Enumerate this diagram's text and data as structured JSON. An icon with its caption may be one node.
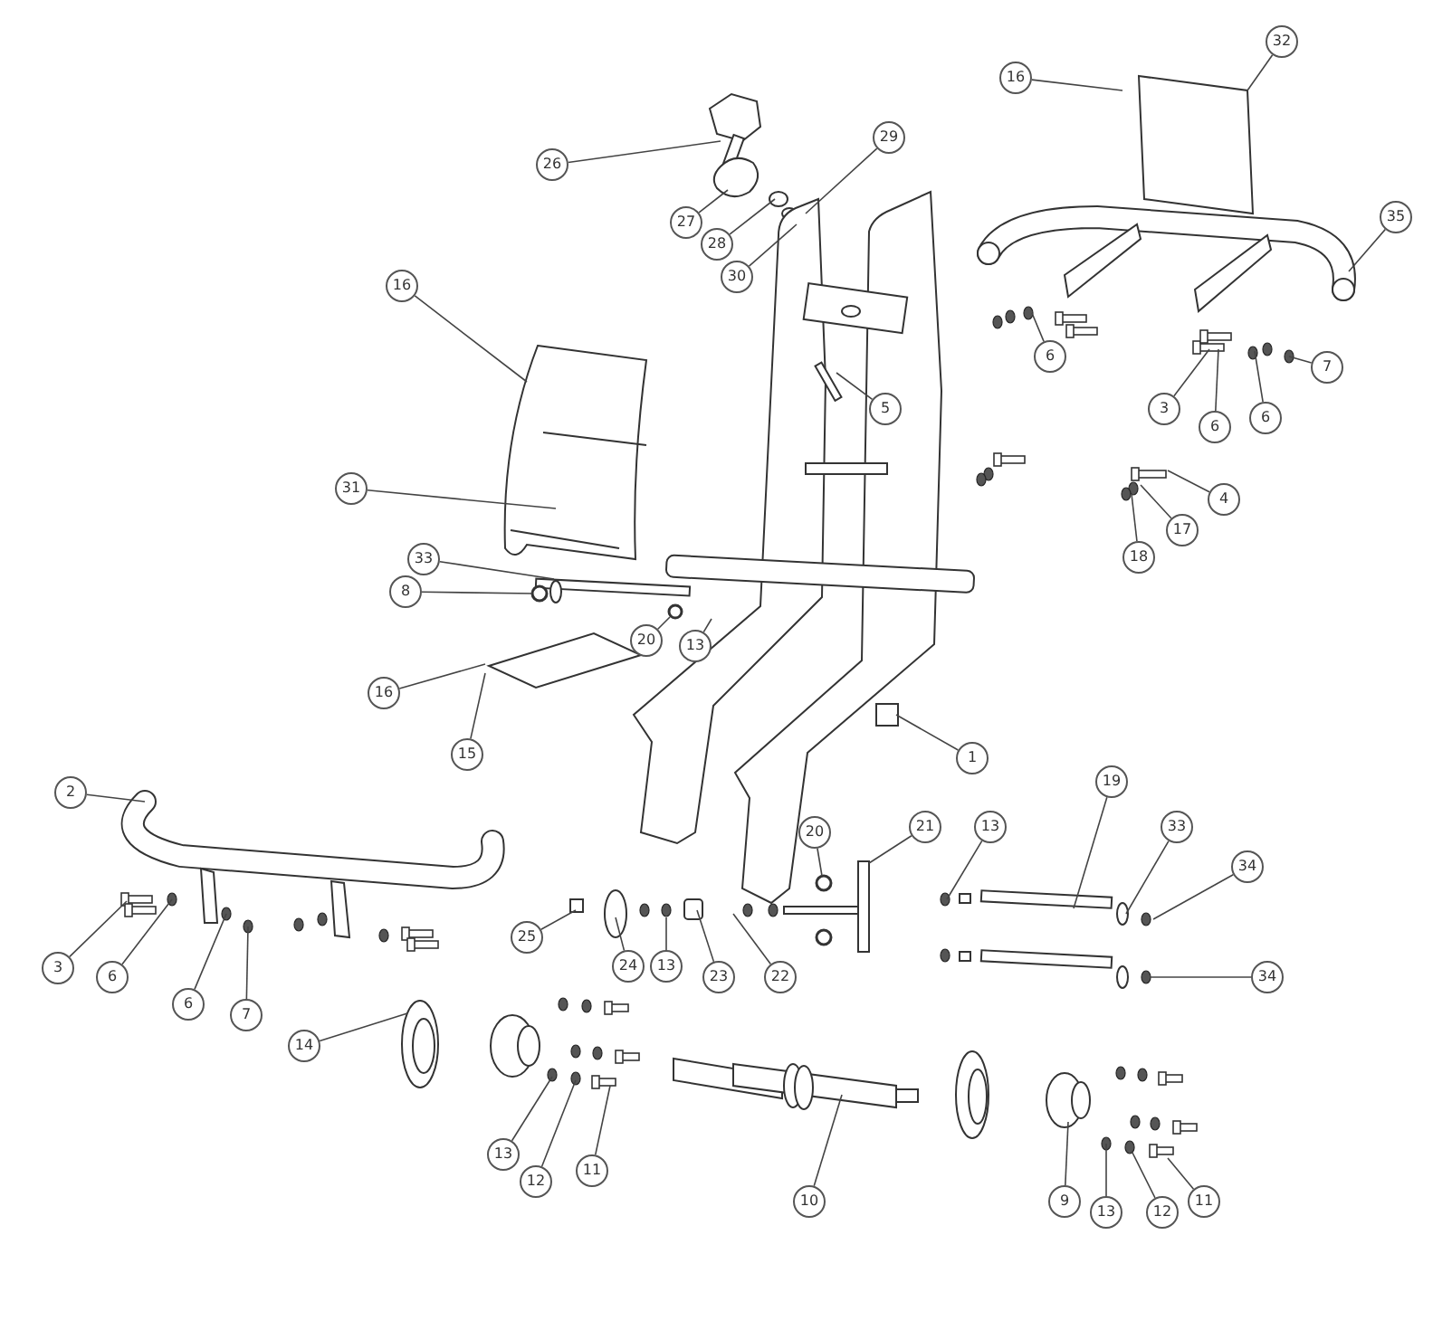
{
  "diagram": {
    "nodes": [
      {
        "text": [
          "32"
        ]
      },
      {
        "text": [
          "16"
        ]
      },
      {
        "text": [
          "29"
        ]
      },
      {
        "text": [
          "26"
        ]
      },
      {
        "text": [
          "35"
        ]
      },
      {
        "text": [
          "27"
        ]
      },
      {
        "text": [
          "28"
        ]
      },
      {
        "text": [
          "30"
        ]
      },
      {
        "text": [
          "16"
        ]
      },
      {
        "text": [
          "6"
        ]
      },
      {
        "text": [
          "7"
        ]
      },
      {
        "text": [
          "5"
        ]
      },
      {
        "text": [
          "3"
        ]
      },
      {
        "text": [
          "6"
        ]
      },
      {
        "text": [
          "6"
        ]
      },
      {
        "text": [
          "31"
        ]
      },
      {
        "text": [
          "4"
        ]
      },
      {
        "text": [
          "17"
        ]
      },
      {
        "text": [
          "18"
        ]
      },
      {
        "text": [
          "33"
        ]
      },
      {
        "text": [
          "8"
        ]
      },
      {
        "text": [
          "20"
        ]
      },
      {
        "text": [
          "13"
        ]
      },
      {
        "text": [
          "16"
        ]
      },
      {
        "text": [
          "15"
        ]
      },
      {
        "text": [
          "1"
        ]
      },
      {
        "text": [
          "19"
        ]
      },
      {
        "text": [
          "2"
        ]
      },
      {
        "text": [
          "21"
        ]
      },
      {
        "text": [
          "13"
        ]
      },
      {
        "text": [
          "33"
        ]
      },
      {
        "text": [
          "20"
        ]
      },
      {
        "text": [
          "34"
        ]
      },
      {
        "text": [
          "25"
        ]
      },
      {
        "text": [
          "24"
        ]
      },
      {
        "text": [
          "13"
        ]
      },
      {
        "text": [
          "3"
        ]
      },
      {
        "text": [
          "6"
        ]
      },
      {
        "text": [
          "23"
        ]
      },
      {
        "text": [
          "22"
        ]
      },
      {
        "text": [
          "34"
        ]
      },
      {
        "text": [
          "6"
        ]
      },
      {
        "text": [
          "7"
        ]
      },
      {
        "text": [
          "14"
        ]
      },
      {
        "text": [
          "13"
        ]
      },
      {
        "text": [
          "11"
        ]
      },
      {
        "text": [
          "12"
        ]
      },
      {
        "text": [
          "10"
        ]
      },
      {
        "text": [
          "9"
        ]
      },
      {
        "text": [
          "11"
        ]
      },
      {
        "text": [
          "13"
        ]
      },
      {
        "text": [
          "12"
        ]
      }
    ],
    "edges": [
      {
        "from": 0,
        "to": null,
        "arrow": "none"
      },
      {
        "from": 1,
        "to": null,
        "arrow": "none"
      },
      {
        "from": 2,
        "to": null,
        "arrow": "none"
      },
      {
        "from": 3,
        "to": null,
        "arrow": "none"
      },
      {
        "from": 4,
        "to": null,
        "arrow": "none"
      },
      {
        "from": 5,
        "to": null,
        "arrow": "none"
      },
      {
        "from": 6,
        "to": null,
        "arrow": "none"
      },
      {
        "from": 7,
        "to": null,
        "arrow": "none"
      },
      {
        "from": 8,
        "to": null,
        "arrow": "none"
      },
      {
        "from": 9,
        "to": null,
        "arrow": "none"
      },
      {
        "from": 10,
        "to": null,
        "arrow": "none"
      },
      {
        "from": 11,
        "to": null,
        "arrow": "none"
      },
      {
        "from": 12,
        "to": null,
        "arrow": "none"
      },
      {
        "from": 13,
        "to": null,
        "arrow": "none"
      },
      {
        "from": 14,
        "to": null,
        "arrow": "none"
      },
      {
        "from": 15,
        "to": null,
        "arrow": "none"
      },
      {
        "from": 16,
        "to": null,
        "arrow": "none"
      },
      {
        "from": 17,
        "to": null,
        "arrow": "none"
      },
      {
        "from": 18,
        "to": null,
        "arrow": "none"
      },
      {
        "from": 19,
        "to": null,
        "arrow": "none"
      },
      {
        "from": 20,
        "to": null,
        "arrow": "none"
      },
      {
        "from": 21,
        "to": null,
        "arrow": "none"
      },
      {
        "from": 22,
        "to": null,
        "arrow": "none"
      },
      {
        "from": 23,
        "to": null,
        "arrow": "none"
      },
      {
        "from": 24,
        "to": null,
        "arrow": "none"
      },
      {
        "from": 25,
        "to": null,
        "arrow": "none"
      },
      {
        "from": 26,
        "to": null,
        "arrow": "none"
      },
      {
        "from": 27,
        "to": null,
        "arrow": "none"
      },
      {
        "from": 28,
        "to": null,
        "arrow": "none"
      },
      {
        "from": 29,
        "to": null,
        "arrow": "none"
      },
      {
        "from": 30,
        "to": null,
        "arrow": "none"
      },
      {
        "from": 31,
        "to": null,
        "arrow": "none"
      },
      {
        "from": 32,
        "to": null,
        "arrow": "none"
      },
      {
        "from": 33,
        "to": null,
        "arrow": "none"
      },
      {
        "from": 34,
        "to": null,
        "arrow": "none"
      },
      {
        "from": 35,
        "to": null,
        "arrow": "none"
      },
      {
        "from": 36,
        "to": null,
        "arrow": "none"
      },
      {
        "from": 37,
        "to": null,
        "arrow": "none"
      },
      {
        "from": 38,
        "to": null,
        "arrow": "none"
      },
      {
        "from": 39,
        "to": null,
        "arrow": "none"
      },
      {
        "from": 40,
        "to": null,
        "arrow": "none"
      },
      {
        "from": 41,
        "to": null,
        "arrow": "none"
      },
      {
        "from": 42,
        "to": null,
        "arrow": "none"
      },
      {
        "from": 43,
        "to": null,
        "arrow": "none"
      },
      {
        "from": 44,
        "to": null,
        "arrow": "none"
      },
      {
        "from": 45,
        "to": null,
        "arrow": "none"
      },
      {
        "from": 46,
        "to": null,
        "arrow": "none"
      },
      {
        "from": 47,
        "to": null,
        "arrow": "none"
      },
      {
        "from": 48,
        "to": null,
        "arrow": "none"
      },
      {
        "from": 49,
        "to": null,
        "arrow": "none"
      },
      {
        "from": 50,
        "to": null,
        "arrow": "none"
      },
      {
        "from": 51,
        "to": null,
        "arrow": "none"
      }
    ]
  }
}
